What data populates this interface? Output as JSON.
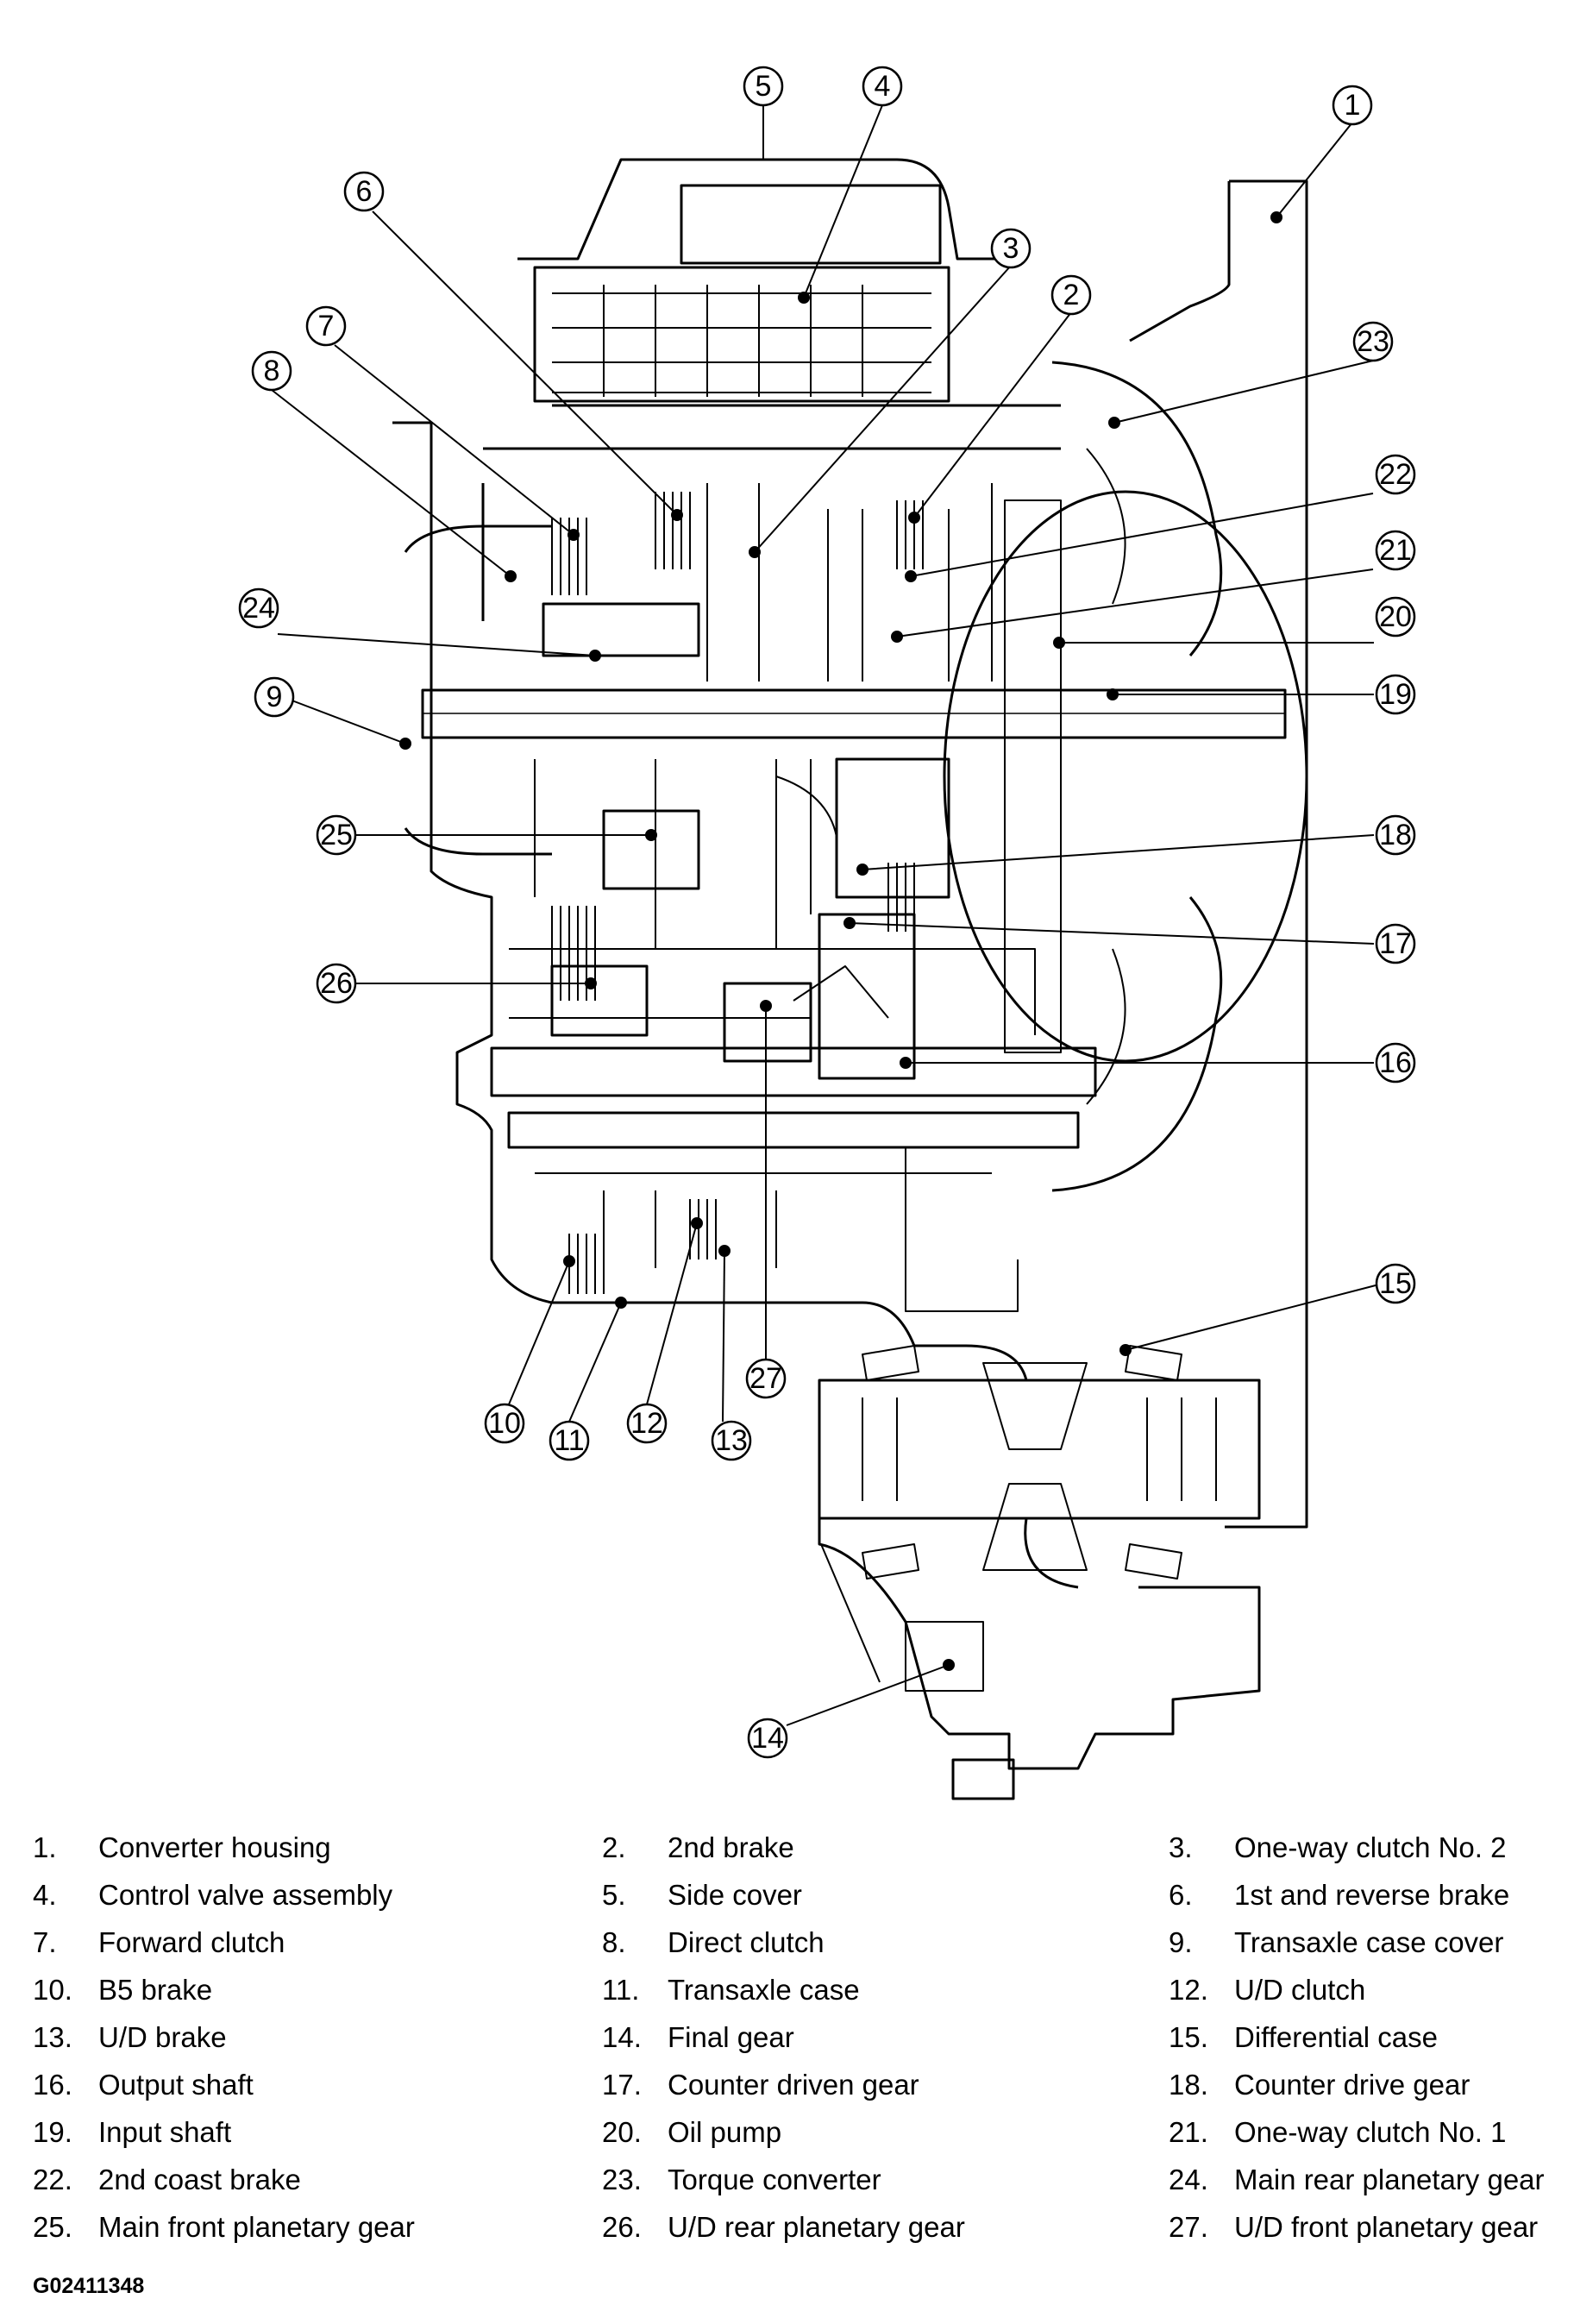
{
  "callouts": [
    "1",
    "2",
    "3",
    "4",
    "5",
    "6",
    "7",
    "8",
    "9",
    "10",
    "11",
    "12",
    "13",
    "14",
    "15",
    "16",
    "17",
    "18",
    "19",
    "20",
    "21",
    "22",
    "23",
    "24",
    "25",
    "26",
    "27"
  ],
  "legend": {
    "items": [
      {
        "num": "1.",
        "label": "Converter housing"
      },
      {
        "num": "2.",
        "label": "2nd brake"
      },
      {
        "num": "3.",
        "label": "One-way clutch No. 2"
      },
      {
        "num": "4.",
        "label": "Control valve assembly"
      },
      {
        "num": "5.",
        "label": "Side cover"
      },
      {
        "num": "6.",
        "label": "1st and reverse brake"
      },
      {
        "num": "7.",
        "label": "Forward clutch"
      },
      {
        "num": "8.",
        "label": "Direct clutch"
      },
      {
        "num": "9.",
        "label": "Transaxle case cover"
      },
      {
        "num": "10.",
        "label": "B5 brake"
      },
      {
        "num": "11.",
        "label": "Transaxle case"
      },
      {
        "num": "12.",
        "label": "U/D clutch"
      },
      {
        "num": "13.",
        "label": "U/D brake"
      },
      {
        "num": "14.",
        "label": "Final gear"
      },
      {
        "num": "15.",
        "label": "Differential case"
      },
      {
        "num": "16.",
        "label": "Output shaft"
      },
      {
        "num": "17.",
        "label": "Counter driven gear"
      },
      {
        "num": "18.",
        "label": "Counter drive gear"
      },
      {
        "num": "19.",
        "label": "Input shaft"
      },
      {
        "num": "20.",
        "label": "Oil pump"
      },
      {
        "num": "21.",
        "label": "One-way clutch No. 1"
      },
      {
        "num": "22.",
        "label": "2nd coast brake"
      },
      {
        "num": "23.",
        "label": "Torque converter"
      },
      {
        "num": "24.",
        "label": "Main rear planetary gear"
      },
      {
        "num": "25.",
        "label": "Main front planetary gear"
      },
      {
        "num": "26.",
        "label": "U/D rear planetary gear"
      },
      {
        "num": "27.",
        "label": "U/D front planetary gear"
      }
    ]
  },
  "figure_id": "G02411348"
}
